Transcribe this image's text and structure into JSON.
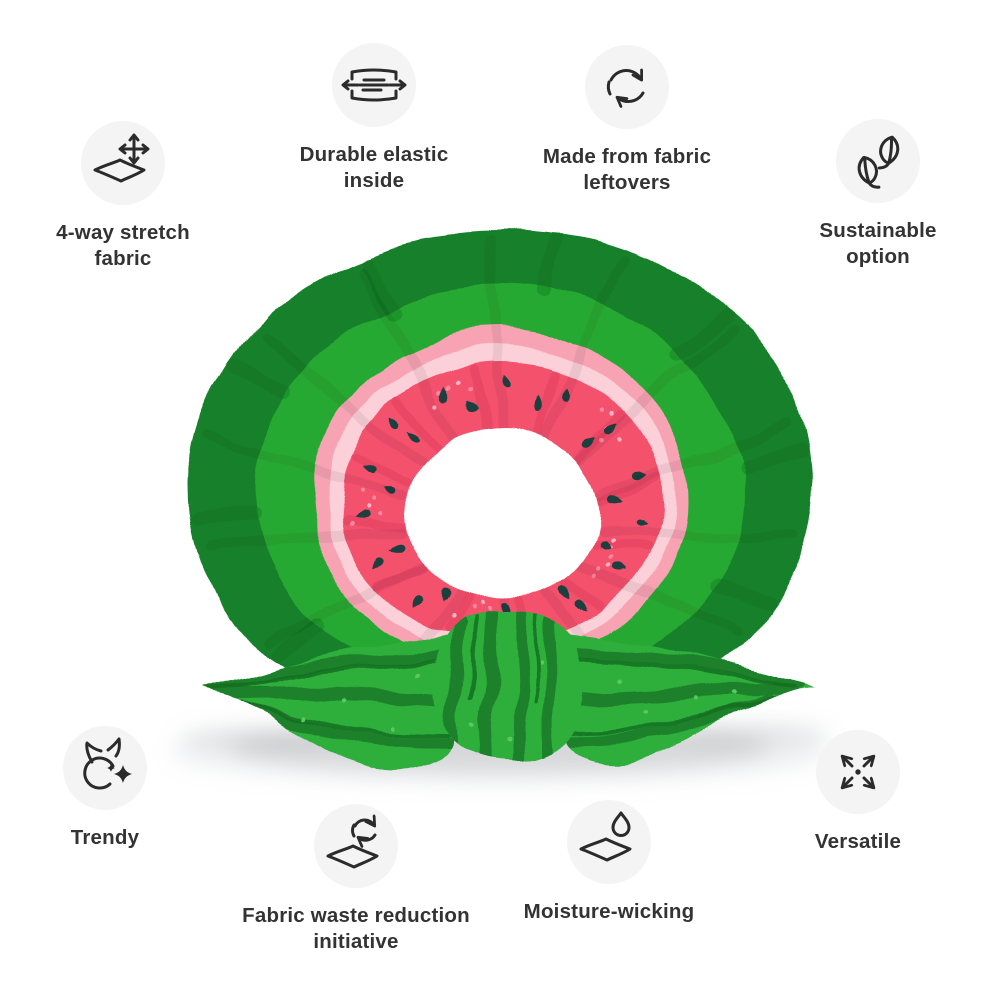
{
  "page": {
    "background": "#ffffff"
  },
  "product": {
    "name": "watermelon print scrunchie with bow",
    "colors": {
      "rind_dark_green": "#17812a",
      "rind_bright_green": "#28a930",
      "inner_pink_light": "#f7a3b4",
      "inner_pink_pale": "#fbd0d8",
      "flesh_pink": "#f4516d",
      "seed": "#1c3f41",
      "bow_green": "#2fae3a",
      "bow_stripe_dark": "#1e812b",
      "bow_stripe_deep": "#146b21",
      "speckle_light_pink": "#ff8fa6",
      "speckle_pale_pink": "#ffc0cd",
      "bow_speckle": "#5bc95f"
    }
  },
  "ui": {
    "icon_circle_bg": "#f4f4f4",
    "icon_stroke": "#2b2b2b",
    "label_color": "#333333"
  },
  "features": [
    {
      "id": "stretch",
      "icon": "fabric-stretch-icon",
      "line1": "4-way stretch",
      "line2": "fabric"
    },
    {
      "id": "elastic",
      "icon": "elastic-band-icon",
      "line1": "Durable elastic",
      "line2": "inside"
    },
    {
      "id": "leftovers",
      "icon": "recycle-arrows-icon",
      "line1": "Made from fabric",
      "line2": "leftovers"
    },
    {
      "id": "sustainable",
      "icon": "leaves-icon",
      "line1": "Sustainable",
      "line2": "option"
    },
    {
      "id": "trendy",
      "icon": "trendy-sparkle-icon",
      "line1": "Trendy",
      "line2": ""
    },
    {
      "id": "waste",
      "icon": "fabric-recycle-icon",
      "line1": "Fabric waste reduction",
      "line2": "initiative"
    },
    {
      "id": "moisture",
      "icon": "moisture-droplet-icon",
      "line1": "Moisture-wicking",
      "line2": ""
    },
    {
      "id": "versatile",
      "icon": "expand-arrows-icon",
      "line1": "Versatile",
      "line2": ""
    }
  ]
}
